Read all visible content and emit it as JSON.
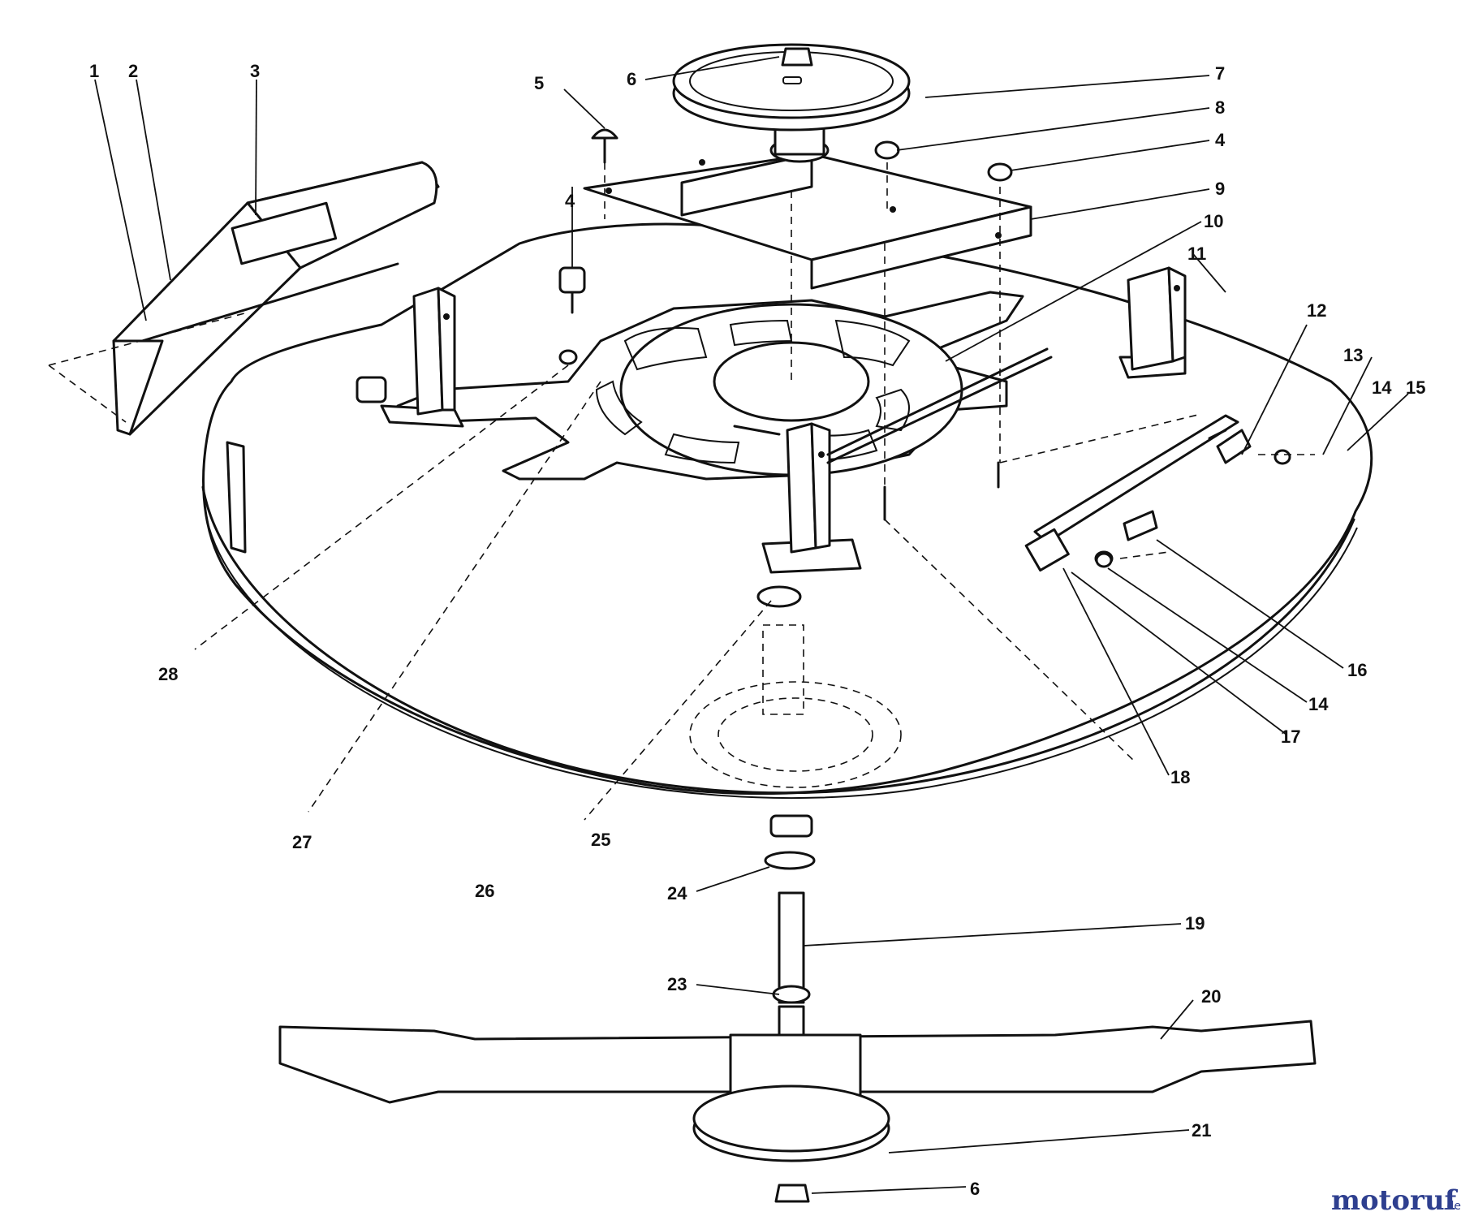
{
  "labels": {
    "l1": "1",
    "l2": "2",
    "l3": "3",
    "l4a": "4",
    "l4b": "4",
    "l5": "5",
    "l6a": "6",
    "l6b": "6",
    "l7": "7",
    "l8": "8",
    "l9": "9",
    "l10": "10",
    "l11": "11",
    "l12": "12",
    "l13": "13",
    "l14a": "14",
    "l14b": "14",
    "l15": "15",
    "l16": "16",
    "l17": "17",
    "l18": "18",
    "l19": "19",
    "l20": "20",
    "l21": "21",
    "l23": "23",
    "l24": "24",
    "l25": "25",
    "l26": "26",
    "l27": "27",
    "l28": "28"
  },
  "watermark": {
    "name": "motoruf",
    "suffix": ".de"
  }
}
